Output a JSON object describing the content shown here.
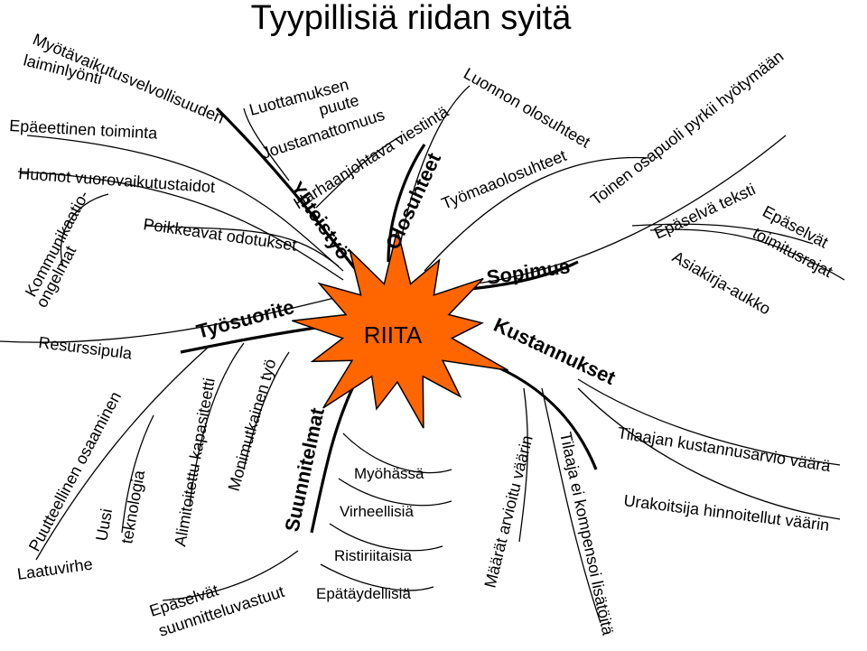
{
  "title": "Tyypillisiä riidan syitä",
  "center": {
    "label": "RIITA",
    "fill": "#FF6600"
  },
  "branches": {
    "yhteistyo": "Yhteistyö",
    "olosuhteet": "Olosuhteet",
    "sopimus": "Sopimus",
    "kustannukset": "Kustannukset",
    "suunnitelmat": "Suunnitelmat",
    "tyosuorite": "Työsuorite"
  },
  "leaves": {
    "myotavaikutus": [
      "Myötävaikutusvelvollisuuden",
      "laiminlyönti"
    ],
    "epaeettinen": "Epäeettinen toiminta",
    "huonot": "Huonot vuorovaikutustaidot",
    "kommunikaatio": [
      "Kommunikaatio-",
      "ongelmat"
    ],
    "poikkeavat": "Poikkeavat odotukset",
    "luottamus": [
      "Luottamuksen",
      "puute"
    ],
    "joustamattomuus": "Joustamattomuus",
    "harhaanjohtava": "Harhaanjohtava viestintä",
    "luonnon": "Luonnon olosuhteet",
    "tyomaa": "Työmaaolosuhteet",
    "toinen": "Toinen osapuoli pyrkii hyötymään",
    "epaselva_teksti": "Epäselvä teksti",
    "epaselvat_toimitus": [
      "Epäselvät",
      "toimitusrajat"
    ],
    "asiakirja": "Asiakirja-aukko",
    "tilaajan": "Tilaajan kustannusarvio väärä",
    "urakoitsija": "Urakoitsija hinnoitellut väärin",
    "tilaaja_ei": "Tilaaja ei kompensoi lisätöitä",
    "maarat": "Määrät arvioitu väärin",
    "myohassa": "Myöhässä",
    "virheellisia": "Virheellisiä",
    "ristiriitaisia": "Ristiriitaisia",
    "epataydellisia": "Epätäydellisiä",
    "epaselvat_suunnittelu": [
      "Epäselvät",
      "suunnitteluvastuut"
    ],
    "monimutkainen": "Monimutkainen työ",
    "alimitoitettu": "Alimitoitettu kapasiteetti",
    "uusi_tek": [
      "Uusi",
      "teknologia"
    ],
    "puutteellinen": "Puutteellinen osaaminen",
    "laatuvirhe": "Laatuvirhe",
    "resurssipula": "Resurssipula"
  }
}
